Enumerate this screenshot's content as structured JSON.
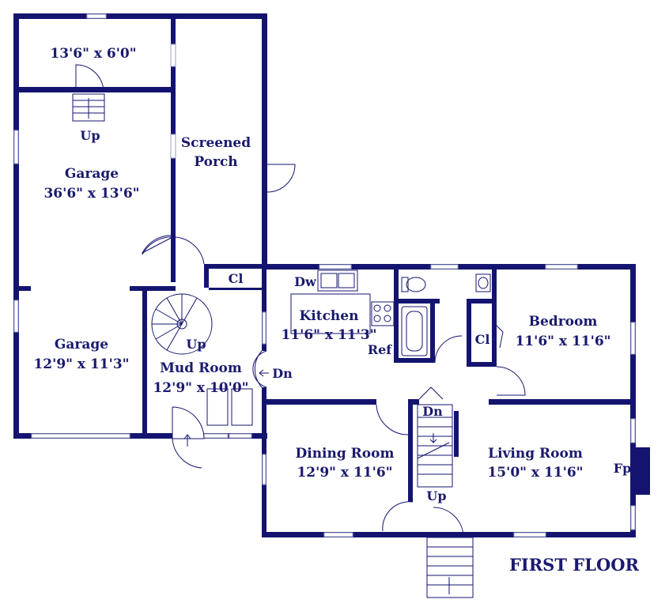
{
  "title": "FIRST FLOOR",
  "rooms": {
    "storage": {
      "dims": "13'6\" x 6'0\""
    },
    "screened_porch": {
      "name_line1": "Screened",
      "name_line2": "Porch"
    },
    "garage_large": {
      "name": "Garage",
      "dims": "36'6\" x 13'6\""
    },
    "garage_small": {
      "name": "Garage",
      "dims": "12'9\" x 11'3\""
    },
    "mud_room": {
      "name": "Mud Room",
      "dims": "12'9\" x 10'0\""
    },
    "kitchen": {
      "name": "Kitchen",
      "dims": "11'6\" x 11'3\""
    },
    "bedroom": {
      "name": "Bedroom",
      "dims": "11'6\" x 11'6\""
    },
    "dining_room": {
      "name": "Dining Room",
      "dims": "12'9\" x 11'6\""
    },
    "living_room": {
      "name": "Living Room",
      "dims": "15'0\" x 11'6\""
    }
  },
  "labels": {
    "up_garage": "Up",
    "up_spiral": "Up",
    "up_stairs": "Up",
    "dn_mud": "Dn",
    "dn_stairs": "Dn",
    "closet_mud": "Cl",
    "closet_bed": "Cl",
    "dishwasher": "Dw",
    "refrigerator": "Ref",
    "fireplace": "Fp"
  }
}
